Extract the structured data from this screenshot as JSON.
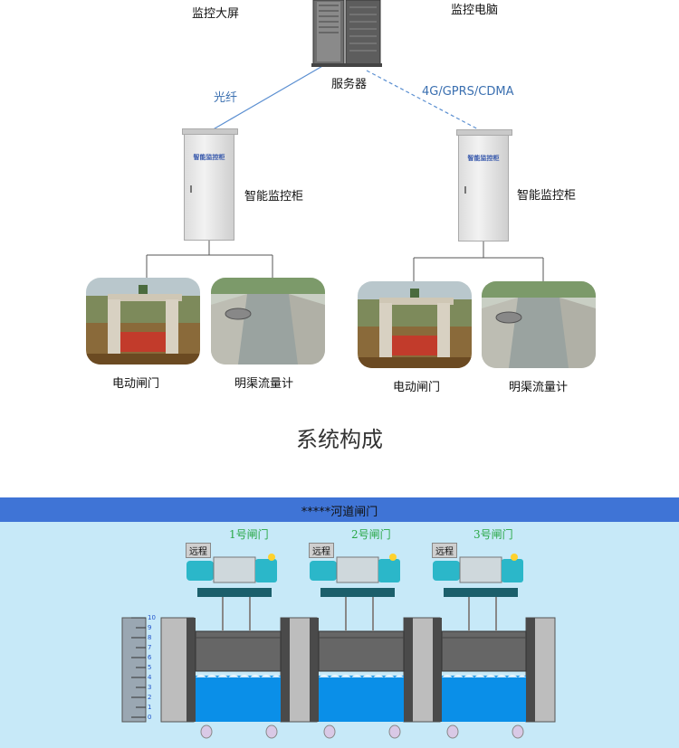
{
  "top_labels": {
    "monitor_screen": "监控大屏",
    "monitor_pc": "监控电脑",
    "server": "服务器",
    "fiber": "光纤",
    "wireless": "4G/GPRS/CDMA"
  },
  "cabinets": [
    {
      "label": "智能监控柜",
      "plate": "智能监控柜"
    },
    {
      "label": "智能监控柜",
      "plate": "智能监控柜"
    }
  ],
  "devices": [
    {
      "gate_label": "电动闸门",
      "flow_label": "明渠流量计"
    },
    {
      "gate_label": "电动闸门",
      "flow_label": "明渠流量计"
    }
  ],
  "section_title": "系统构成",
  "scada": {
    "title": "*****河道闸门",
    "gates": [
      {
        "name": "1号闸门",
        "mode": "远程"
      },
      {
        "name": "2号闸门",
        "mode": "远程"
      },
      {
        "name": "3号闸门",
        "mode": "远程"
      }
    ],
    "scale": [
      "10",
      "9",
      "8",
      "7",
      "6",
      "5",
      "4",
      "3",
      "2",
      "1",
      "0"
    ]
  },
  "colors": {
    "scada_bar": "#3f74d6",
    "scada_bg": "#c7e9f8",
    "water": "#0a8fe8",
    "motor": "#2bb7c9",
    "gate_name": "#28a745"
  }
}
